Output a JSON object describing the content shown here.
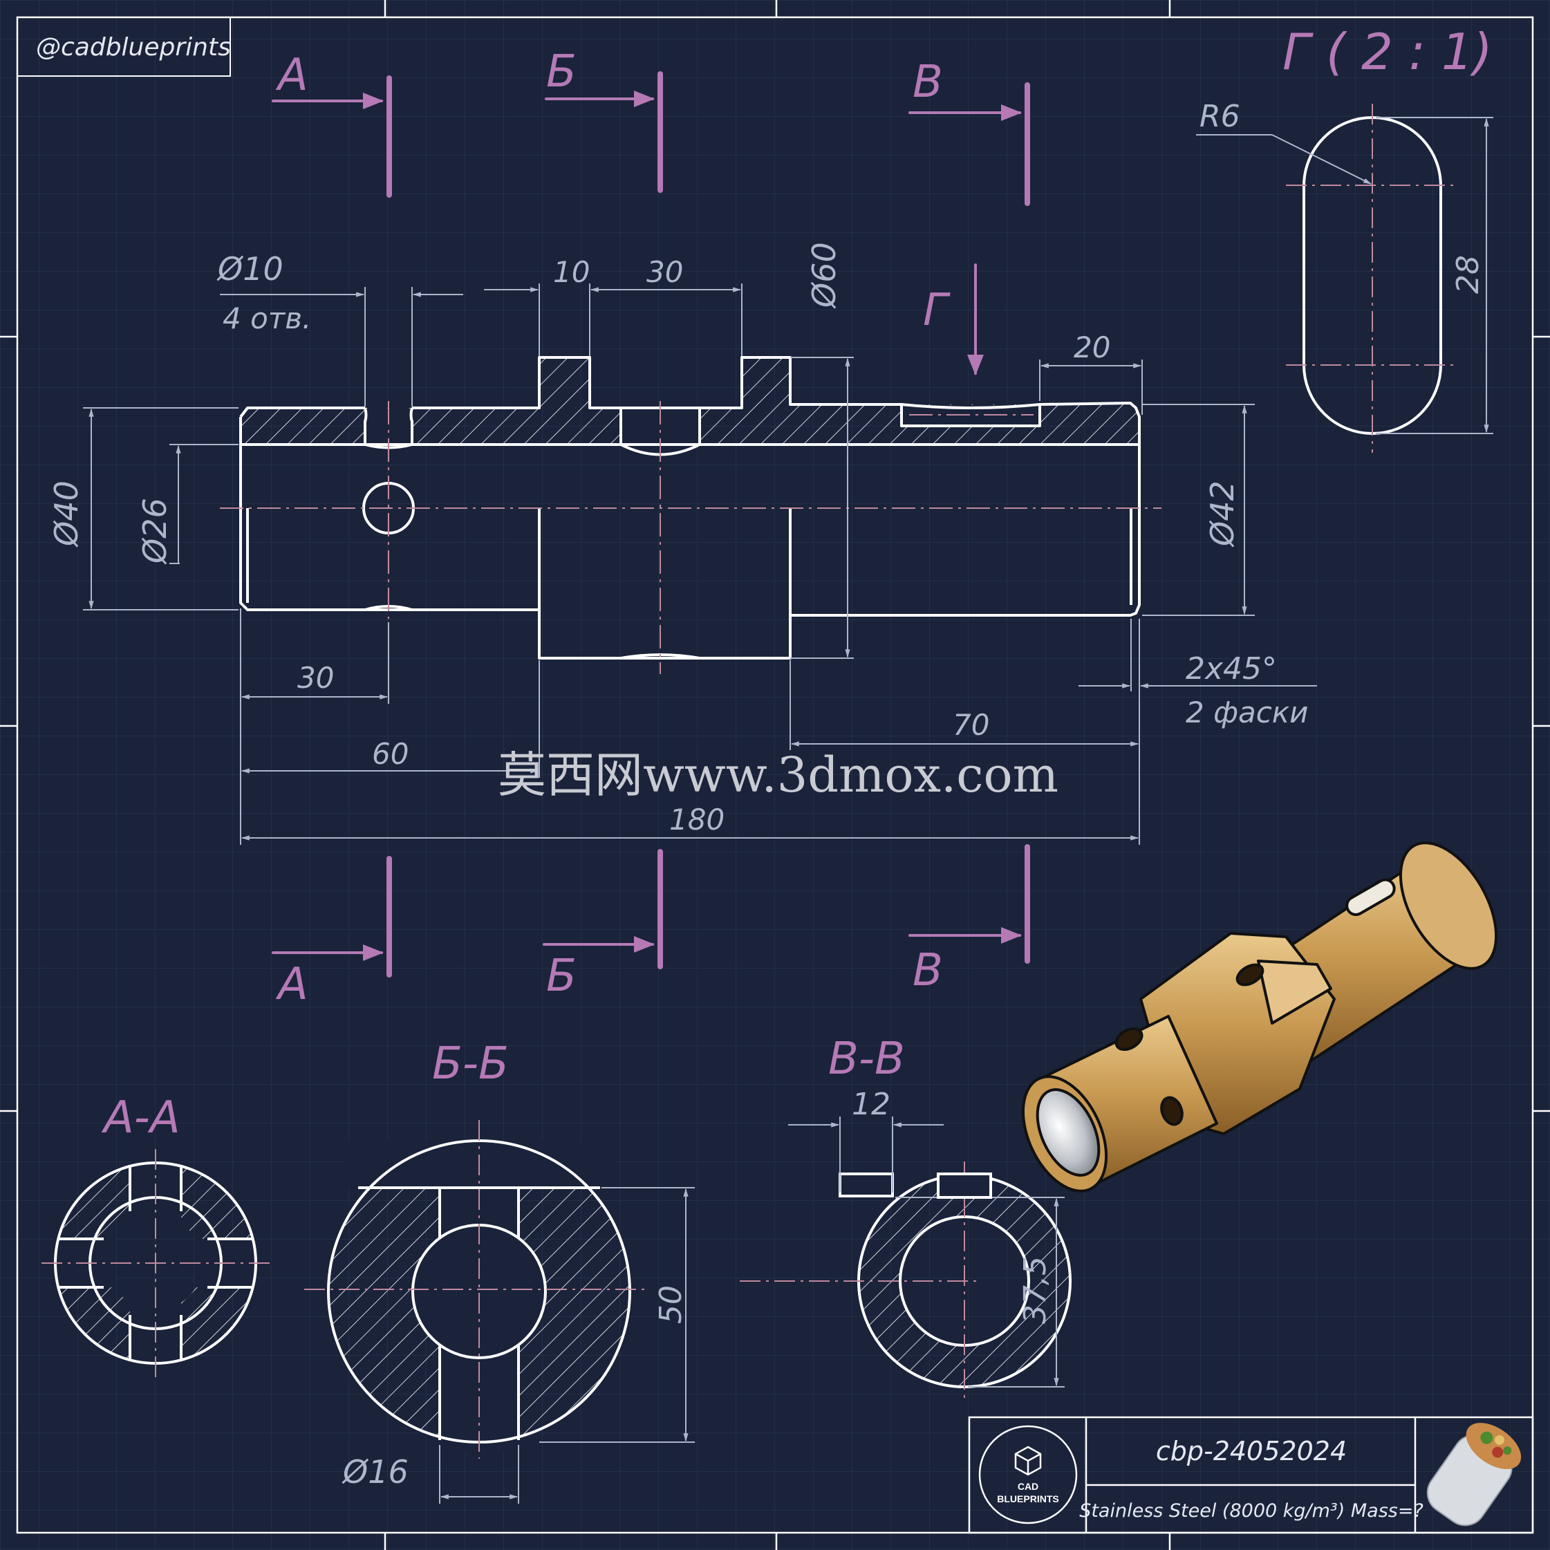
{
  "brand": {
    "handle": "@cadblueprints",
    "logo_line1": "CAD",
    "logo_line2": "BLUEPRINTS"
  },
  "colors": {
    "background": "#1a233a",
    "line": "#ffffff",
    "dimension": "#aeb6cc",
    "section_mark": "#b57ab6",
    "centerline": "#c08a9e",
    "bronze": "#c99a52"
  },
  "section_marks": {
    "a": "А",
    "b": "Б",
    "v": "В",
    "g": "Г"
  },
  "detail_view": {
    "title": "Г ( 2 : 1)",
    "radius": "R6",
    "length": "28"
  },
  "dimensions": {
    "hole_dia": "Ø10",
    "hole_note": "4 отв.",
    "flange_gap": "10",
    "flange_width": "30",
    "flange_dia": "Ø60",
    "slot_len": "20",
    "outer_left_dia": "Ø40",
    "bore_dia": "Ø26",
    "outer_right_dia": "Ø42",
    "hole_pos": "30",
    "chamfer": "2x45°",
    "chamfer_note": "2 фаски",
    "right_len": "70",
    "flange_pos": "60",
    "total_len": "180"
  },
  "sections": {
    "aa_title": "А-А",
    "bb_title": "Б-Б",
    "bb_width": "50",
    "bb_bore": "Ø16",
    "vv_title": "В-В",
    "vv_key": "12",
    "vv_depth": "37,5"
  },
  "watermark": "莫西网www.3dmox.com",
  "title_block": {
    "code": "cbp-24052024",
    "material": "Stainless Steel (8000 kg/m³) Mass=?"
  }
}
